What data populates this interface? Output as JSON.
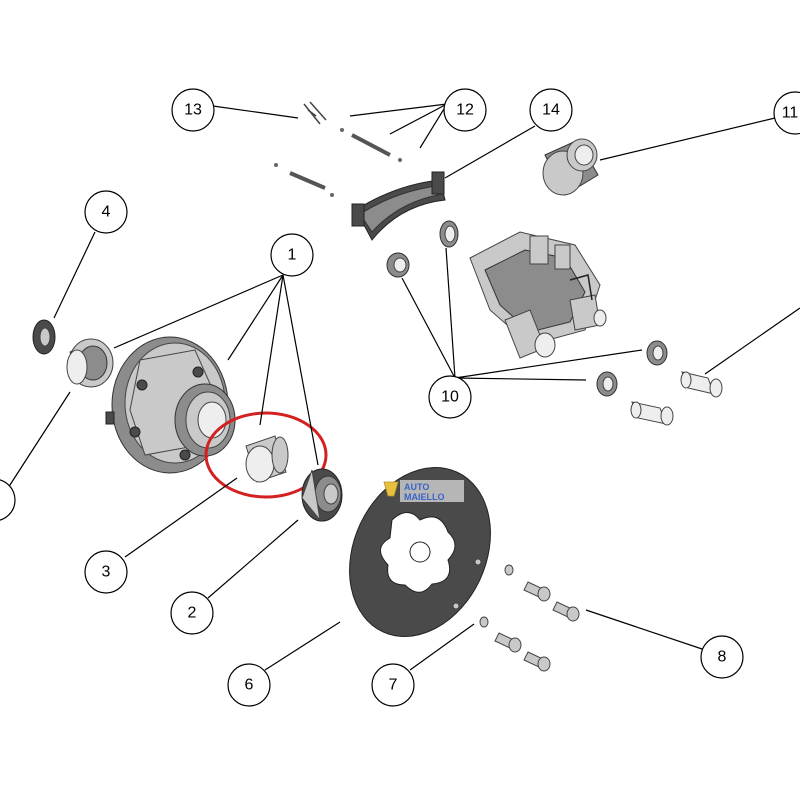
{
  "callouts": {
    "c1": "1",
    "c2": "2",
    "c3": "3",
    "c4": "4",
    "c5": "",
    "c6": "6",
    "c7": "7",
    "c8": "8",
    "c9": "",
    "c10": "10",
    "c11": "11",
    "c12": "12",
    "c13": "13",
    "c14": "14"
  },
  "watermark": {
    "line1": "AUTO",
    "line2": "MAIELLO"
  },
  "colors": {
    "highlight_ring": "#d42020",
    "watermark": "#3a64c8"
  }
}
